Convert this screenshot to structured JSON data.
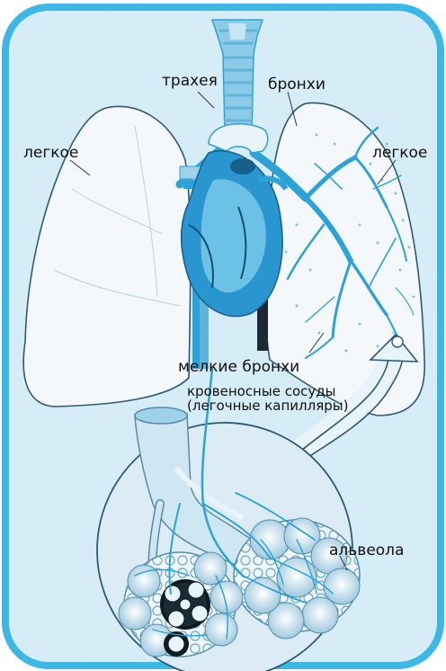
{
  "labels": {
    "trachea": "трахея",
    "bronchi": "бронхи",
    "lung_left": "легкое",
    "lung_right": "легкое",
    "small_bronchi": "мелкие бронхи",
    "blood_vessels": "кровеносные сосуды\n(легочные капилляры)",
    "alveolus": "альвеола"
  },
  "colors": {
    "frame": "#3bb8e6",
    "background": "#d6ecf6",
    "lung_fill": "#f4f8fb",
    "heart": "#2a96cf",
    "vessel": "#2ba3d9",
    "dark": "#0e1a24"
  }
}
